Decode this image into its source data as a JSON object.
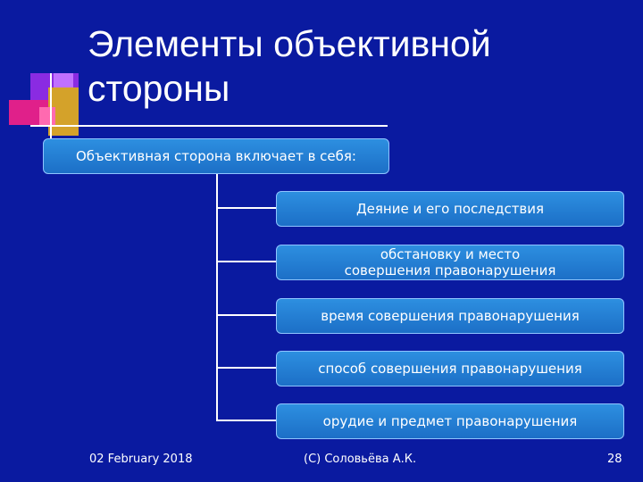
{
  "slide": {
    "title": "Элементы объективной стороны",
    "root": "Объективная сторона включает в себя:",
    "items": [
      "Деяние и его последствия",
      "обстановку и место\nсовершения правонарушения",
      "время совершения правонарушения",
      "способ совершения правонарушения",
      "орудие и предмет правонарушения"
    ]
  },
  "footer": {
    "date": "02 February 2018",
    "author": "(С) Соловьёва А.К.",
    "page": "28"
  },
  "colors": {
    "background": "#0a1aa0",
    "box_fill": "#1c6fc7",
    "box_border": "#8fc4ff",
    "text": "#ffffff"
  }
}
